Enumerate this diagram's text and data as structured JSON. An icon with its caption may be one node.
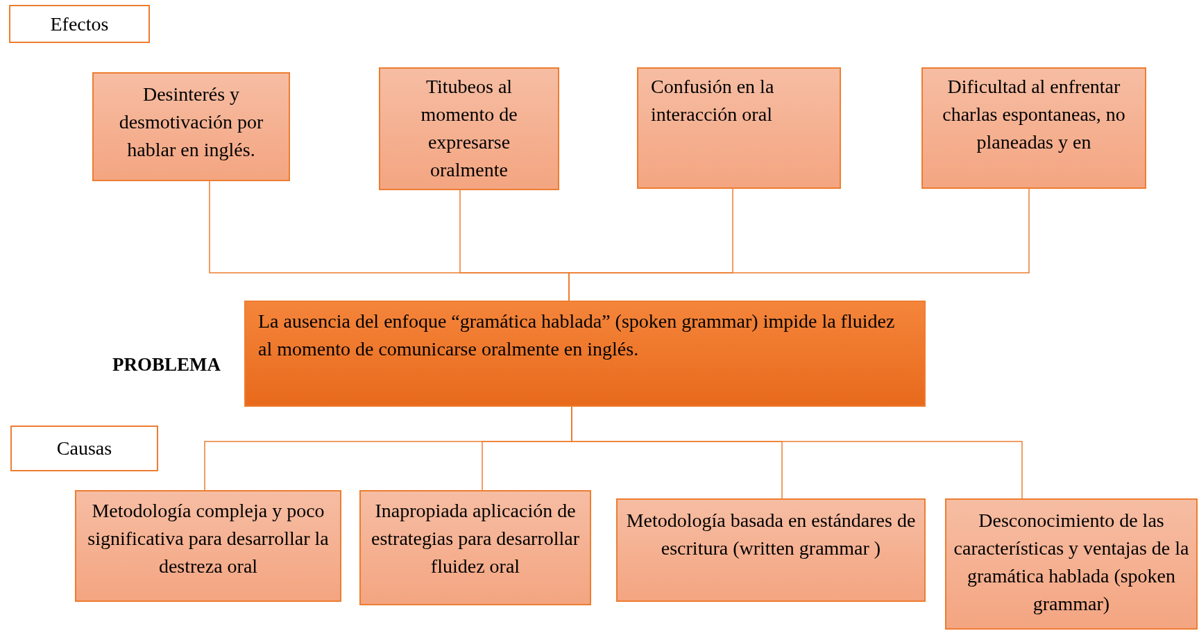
{
  "diagram": {
    "nodes": [
      {
        "text": [
          "Efectos"
        ]
      },
      {
        "text": [
          "Desinterés y desmotivación por hablar en inglés."
        ]
      },
      {
        "text": [
          "Titubeos al momento de expresarse oralmente"
        ]
      },
      {
        "text": [
          "Confusión en la interacción oral"
        ]
      },
      {
        "text": [
          "Dificultad al enfrentar charlas espontaneas, no planeadas y en"
        ]
      },
      {
        "text": [
          "La ausencia del enfoque “gramática hablada” (spoken grammar) impide la fluidez al momento de comunicarse oralmente en inglés."
        ],
        "beside": [
          "PROBLEMA"
        ]
      },
      {
        "text": [
          "Causas"
        ]
      },
      {
        "text": [
          "Metodología compleja y poco significativa para desarrollar la destreza oral"
        ]
      },
      {
        "text": [
          "Inapropiada aplicación de estrategias para desarrollar fluidez oral"
        ]
      },
      {
        "text": [
          "Metodología basada en estándares de escritura (written grammar )"
        ]
      },
      {
        "text": [
          "Desconocimiento de las características y ventajas de la gramática hablada (spoken grammar)"
        ]
      }
    ],
    "edges": [
      {
        "from": 1,
        "to": 5,
        "arrow": "none"
      },
      {
        "from": 2,
        "to": 5,
        "arrow": "none"
      },
      {
        "from": 3,
        "to": 5,
        "arrow": "none"
      },
      {
        "from": 4,
        "to": 5,
        "arrow": "none"
      },
      {
        "from": 5,
        "to": 7,
        "arrow": "none"
      },
      {
        "from": 5,
        "to": 8,
        "arrow": "none"
      },
      {
        "from": 5,
        "to": 9,
        "arrow": "none"
      },
      {
        "from": 5,
        "to": 10,
        "arrow": "none"
      }
    ]
  }
}
